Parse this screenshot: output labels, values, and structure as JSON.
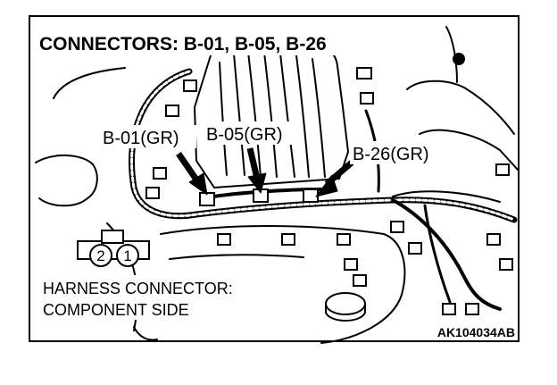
{
  "diagram": {
    "title": "CONNECTORS: B-01, B-05, B-26",
    "callouts": [
      {
        "id": "b01",
        "label": "B-01(GR)"
      },
      {
        "id": "b05",
        "label": "B-05(GR)"
      },
      {
        "id": "b26",
        "label": "B-26(GR)"
      }
    ],
    "harness_note": {
      "line1": "HARNESS CONNECTOR:",
      "line2": "COMPONENT SIDE"
    },
    "pin_numbers": [
      "2",
      "1"
    ],
    "reference_code": "AK104034AB"
  }
}
